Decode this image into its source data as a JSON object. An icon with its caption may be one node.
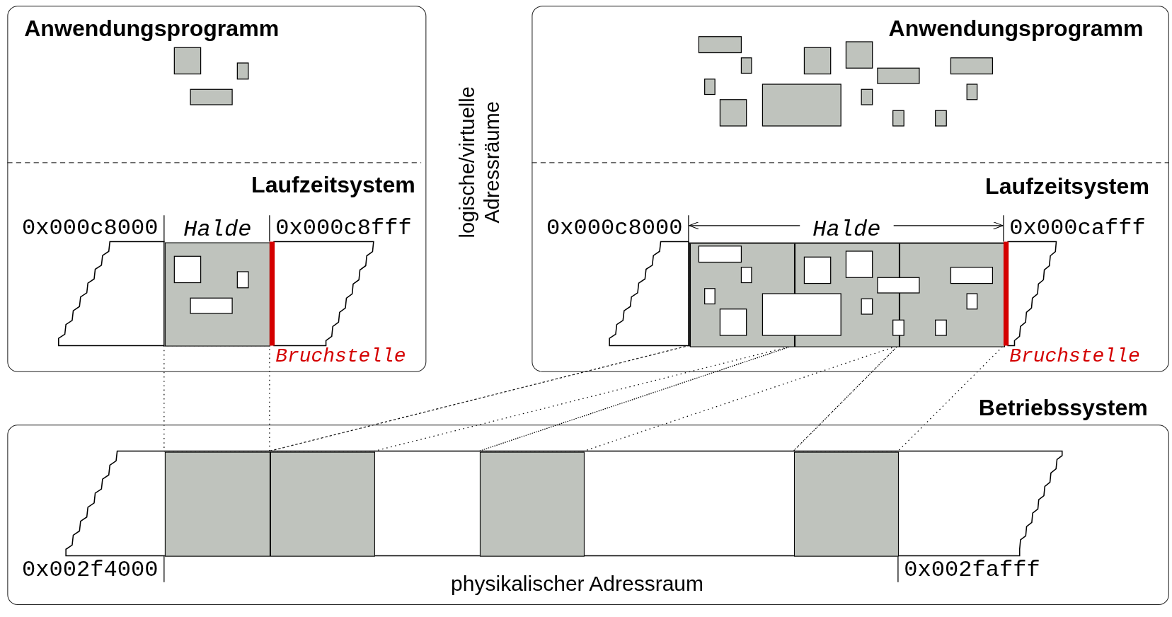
{
  "diagram": {
    "nodes": [
      {
        "text": [
          "Anwendungsprogramm",
          "Laufzeitsystem"
        ]
      },
      {
        "text": [
          "Halde"
        ],
        "in": 0
      },
      {
        "text": [
          "Anwendungsprogramm",
          "Laufzeitsystem"
        ]
      },
      {
        "text": [
          "Halde"
        ],
        "in": 2
      },
      {
        "text": [],
        "shape": "box",
        "in": 3
      },
      {
        "text": [],
        "shape": "box",
        "in": 3
      },
      {
        "text": [],
        "shape": "box",
        "in": 3
      },
      {
        "text": [
          "Betriebssystem",
          "physikalischer Adressraum"
        ]
      },
      {
        "text": [],
        "shape": "box",
        "in": 7
      },
      {
        "text": [],
        "shape": "box",
        "in": 7
      },
      {
        "text": [],
        "shape": "box",
        "in": 7
      },
      {
        "text": [],
        "shape": "box",
        "in": 7
      }
    ],
    "edges": [
      {
        "from": 1,
        "to": 8,
        "arrow": "none"
      },
      {
        "from": 4,
        "to": 9,
        "arrow": "none"
      },
      {
        "from": 5,
        "to": 10,
        "arrow": "none"
      },
      {
        "from": 6,
        "to": 11,
        "arrow": "none"
      }
    ],
    "labels": [
      "logische/virtuelle Adressräume",
      "0x000c8000",
      "0x000c8fff",
      "Bruchstelle",
      "0x000c8000",
      "0x000cafff",
      "Bruchstelle",
      "0x002f4000",
      "0x002fafff"
    ]
  }
}
